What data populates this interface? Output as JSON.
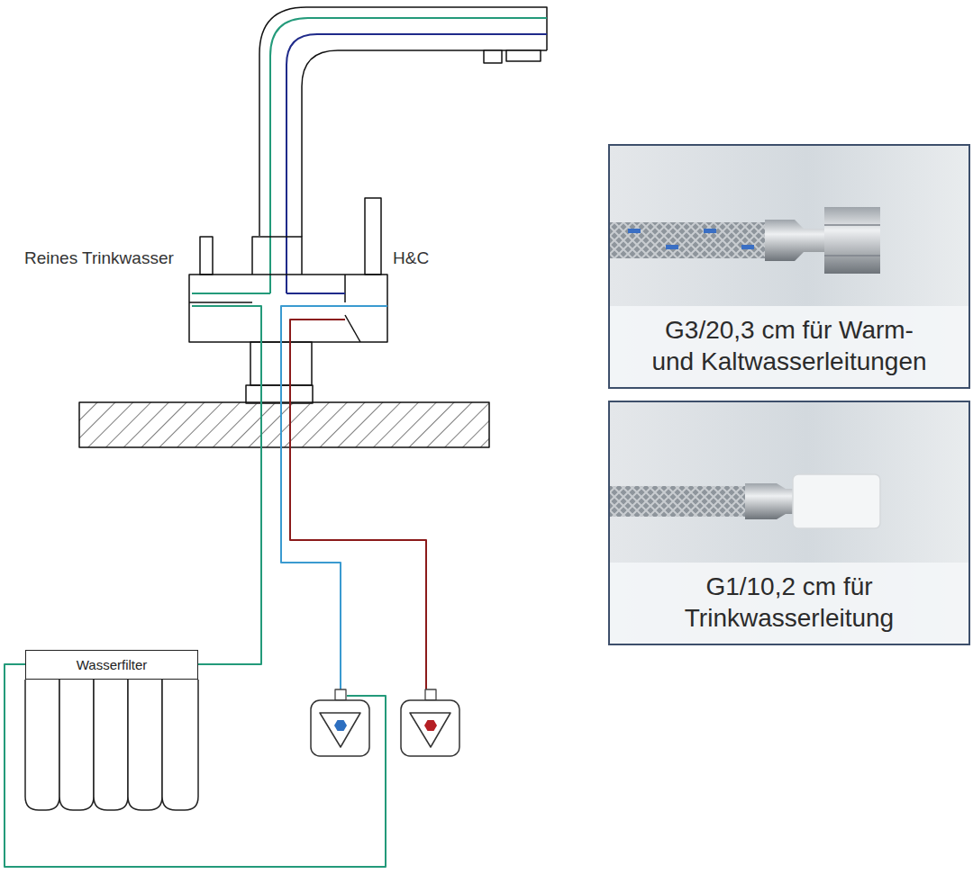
{
  "diagram": {
    "nodes": [
      {
        "text": [
          "G3/20,3 cm für Warm- und Kaltwasserleitungen"
        ]
      },
      {
        "text": [
          "G1/10,2 cm für Trinkwasserleitung"
        ]
      },
      {
        "text": [
          "Wasserfilter"
        ]
      }
    ],
    "labels": [
      "Reines Trinkwasser",
      "H&C"
    ]
  }
}
